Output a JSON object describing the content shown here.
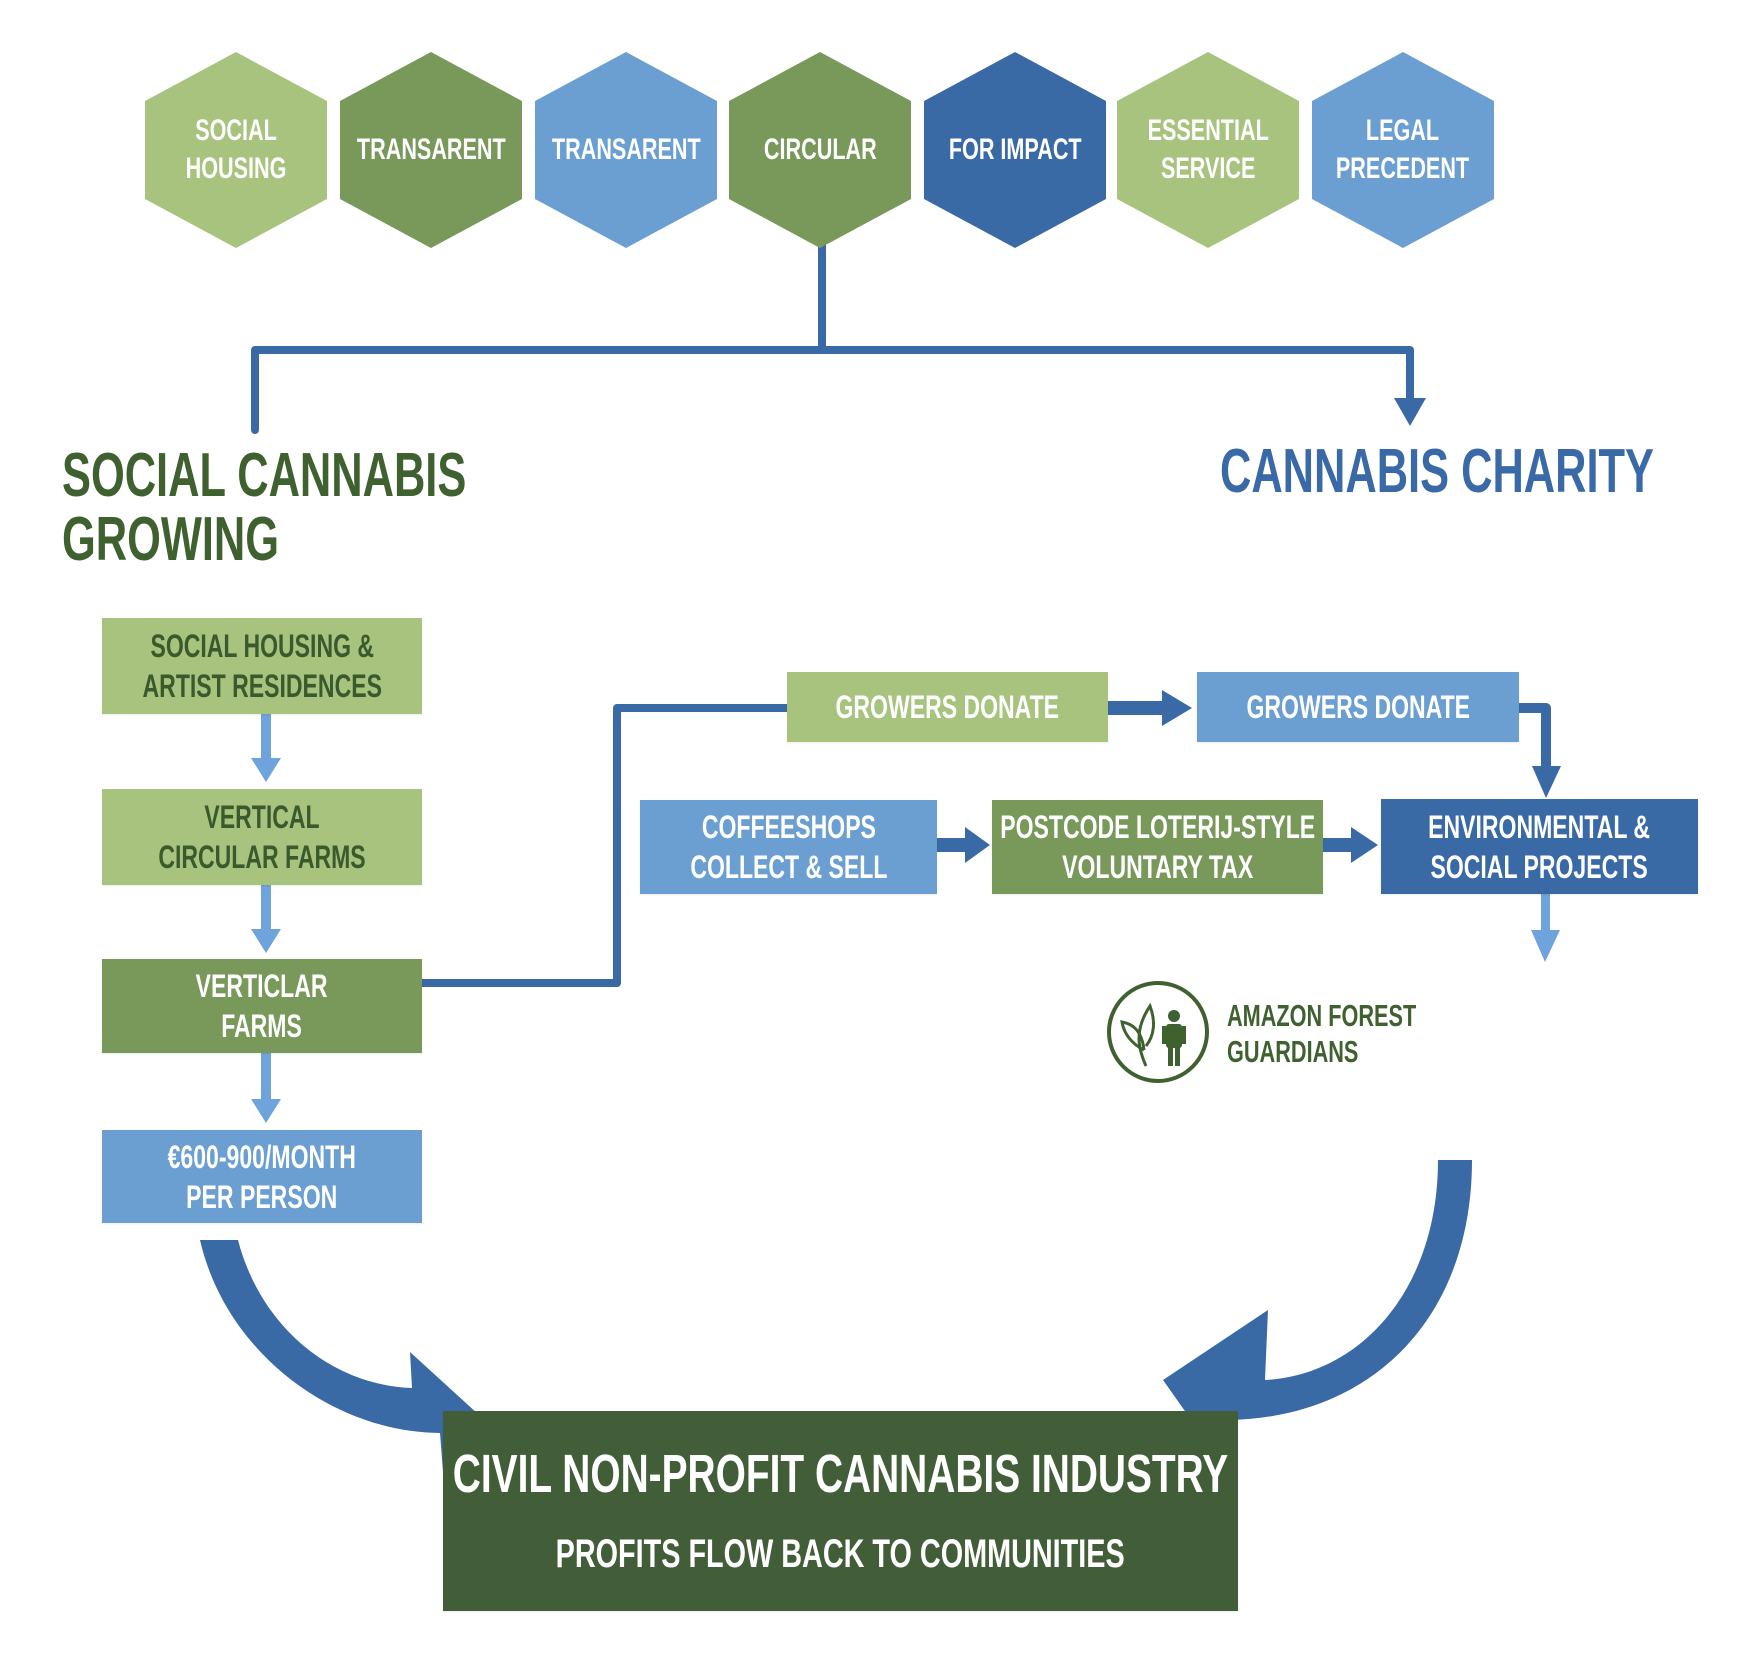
{
  "colors": {
    "light_green": "#a7c37d",
    "mid_green": "#78995a",
    "dark_green": "#425e38",
    "light_blue": "#6b9fd1",
    "dark_blue": "#3a6aa5",
    "heading_green": "#3f6130",
    "heading_blue": "#3a69a8",
    "connector_blue": "#3a6aa5",
    "arrow_light_blue": "#6fa3dc"
  },
  "hexagons": [
    {
      "line1": "SOCIAL",
      "line2": "HOUSING",
      "color": "light_green"
    },
    {
      "line1": "TRANSARENT",
      "line2": "",
      "color": "mid_green"
    },
    {
      "line1": "TRANSARENT",
      "line2": "",
      "color": "light_blue"
    },
    {
      "line1": "CIRCULAR",
      "line2": "",
      "color": "mid_green"
    },
    {
      "line1": "FOR IMPACT",
      "line2": "",
      "color": "dark_blue"
    },
    {
      "line1": "ESSENTIAL",
      "line2": "SERVICE",
      "color": "light_green"
    },
    {
      "line1": "LEGAL",
      "line2": "PRECEDENT",
      "color": "light_blue"
    }
  ],
  "branches": {
    "left_title_line1": "SOCIAL CANNABIS",
    "left_title_line2": "GROWING",
    "right_title": "CANNABIS CHARITY"
  },
  "left_column": [
    {
      "line1": "SOCIAL HOUSING &",
      "line2": "ARTIST RESIDENCES"
    },
    {
      "line1": "VERTICAL",
      "line2": "CIRCULAR FARMS"
    },
    {
      "line1": "VERTICLAR",
      "line2": "FARMS"
    },
    {
      "line1": "€600-900/MONTH",
      "line2": "PER PERSON"
    }
  ],
  "charity_flow": {
    "growers_donate_1": "GROWERS DONATE",
    "growers_donate_2": "GROWERS DONATE",
    "coffeeshops_line1": "COFFEESHOPS",
    "coffeeshops_line2": "COLLECT & SELL",
    "postcode_line1": "POSTCODE LOTERIJ-STYLE",
    "postcode_line2": "VOLUNTARY TAX",
    "projects_line1": "ENVIRONMENTAL &",
    "projects_line2": "SOCIAL PROJECTS"
  },
  "amazon": {
    "line1": "AMAZON FOREST",
    "line2": "GUARDIANS",
    "icon": "leaf-person-icon"
  },
  "outcome": {
    "title": "CIVIL NON-PROFIT CANNABIS INDUSTRY",
    "subtitle": "PROFITS FLOW BACK TO COMMUNITIES"
  }
}
